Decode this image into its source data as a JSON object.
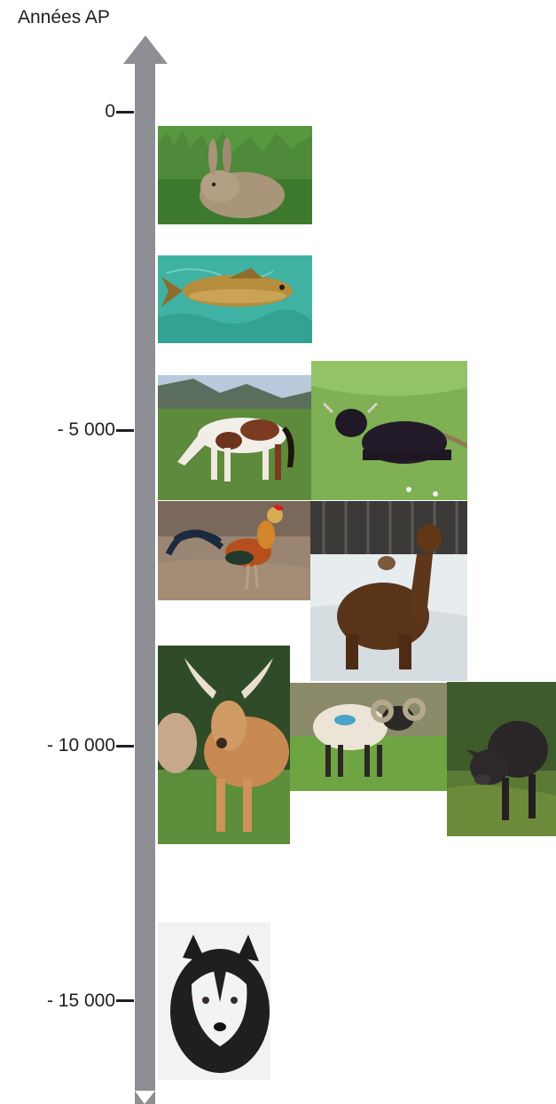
{
  "axis": {
    "title": "Années AP",
    "ticks": [
      {
        "value": 0,
        "label": "0"
      },
      {
        "value": -5000,
        "label": "- 5 000"
      },
      {
        "value": -10000,
        "label": "- 10 000"
      },
      {
        "value": -15000,
        "label": "- 15 000"
      }
    ],
    "arrow_color": "#8e8f94"
  },
  "animals": [
    {
      "icon": "rabbit-icon"
    },
    {
      "icon": "carp-fish-icon"
    },
    {
      "icon": "horse-icon"
    },
    {
      "icon": "yak-icon"
    },
    {
      "icon": "rooster-icon"
    },
    {
      "icon": "alpaca-icon"
    },
    {
      "icon": "zebu-cattle-icon"
    },
    {
      "icon": "sheep-ram-icon"
    },
    {
      "icon": "pig-icon"
    },
    {
      "icon": "husky-dog-icon"
    }
  ]
}
